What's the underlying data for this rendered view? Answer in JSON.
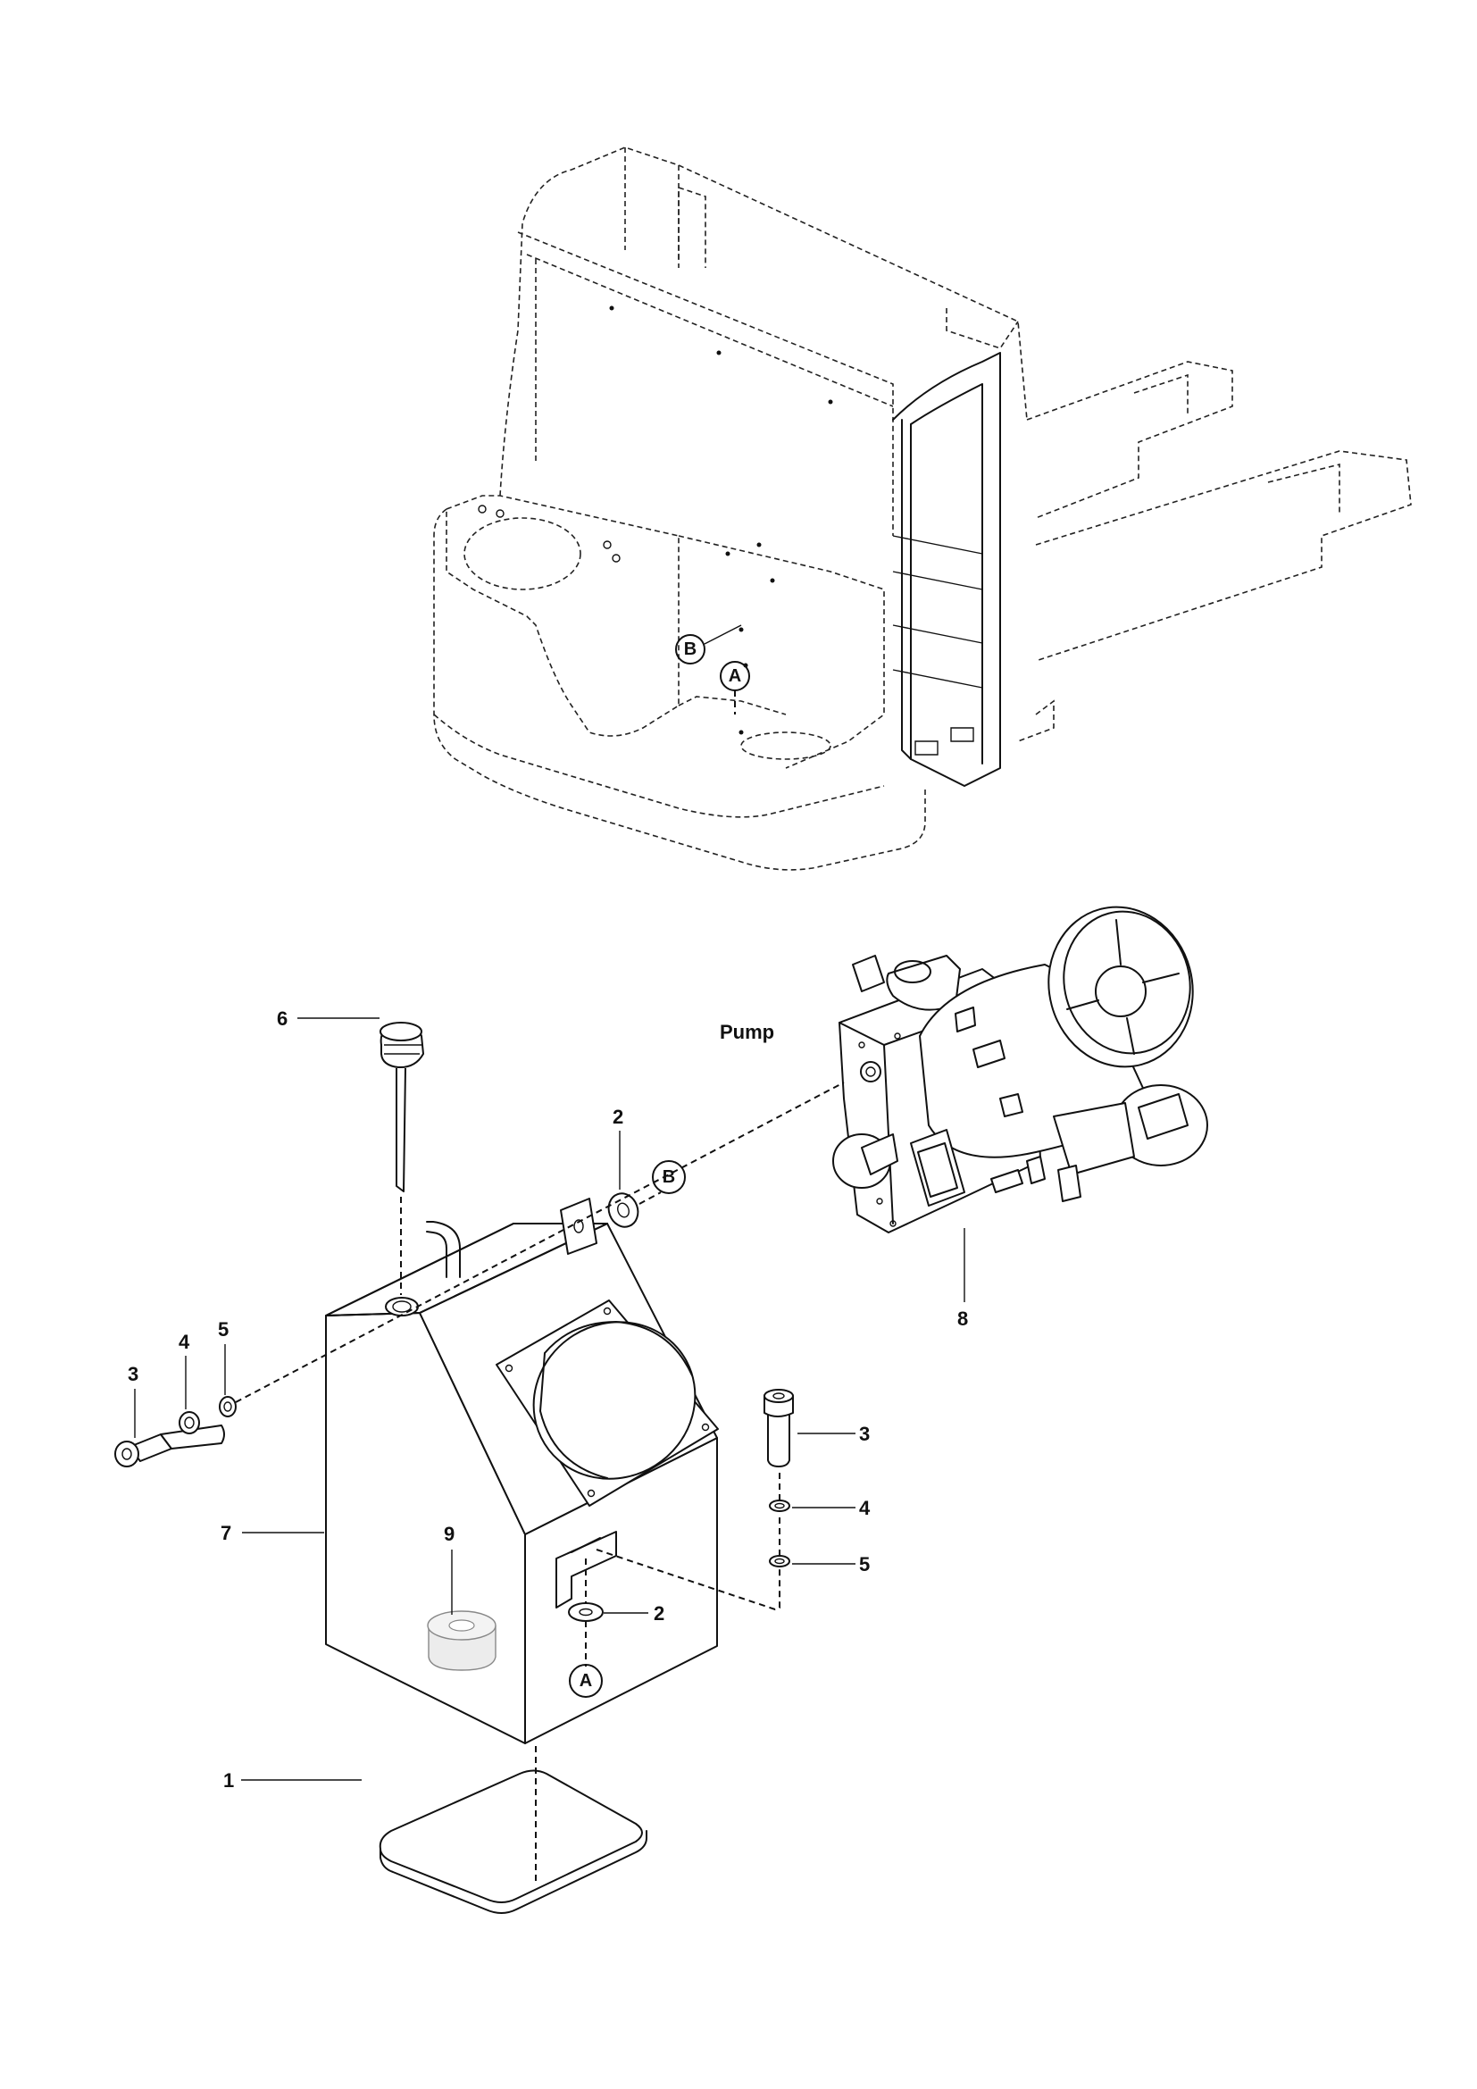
{
  "labels": {
    "pump": "Pump",
    "part_1": "1",
    "part_2_top": "2",
    "part_2_bottom": "2",
    "part_3_left": "3",
    "part_3_right": "3",
    "part_4_left": "4",
    "part_4_right": "4",
    "part_5_left": "5",
    "part_5_right": "5",
    "part_6": "6",
    "part_7": "7",
    "part_8": "8",
    "part_9": "9"
  },
  "callouts": {
    "frame_b": "B",
    "frame_a": "A",
    "tank_b": "B",
    "tank_a": "A"
  }
}
